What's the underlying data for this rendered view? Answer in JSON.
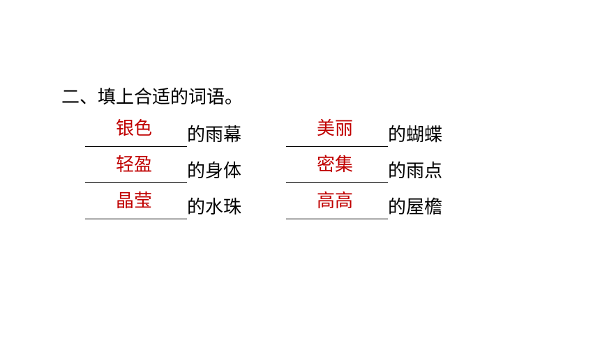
{
  "title": "二、填上合适的词语。",
  "colors": {
    "answer": "#c00000",
    "text": "#000000",
    "background": "#ffffff"
  },
  "items": [
    {
      "answer": "银色",
      "suffix": "的雨幕"
    },
    {
      "answer": "美丽",
      "suffix": "的蝴蝶"
    },
    {
      "answer": "轻盈",
      "suffix": "的身体"
    },
    {
      "answer": "密集",
      "suffix": "的雨点"
    },
    {
      "answer": "晶莹",
      "suffix": "的水珠"
    },
    {
      "answer": "高高",
      "suffix": "的屋檐"
    }
  ]
}
